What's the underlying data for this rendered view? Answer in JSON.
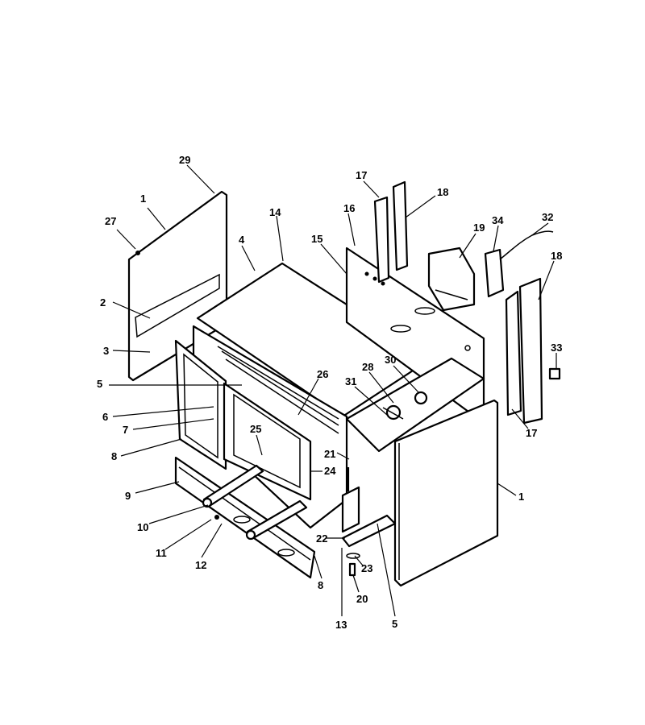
{
  "diagram": {
    "labels": [
      "1",
      "27",
      "29",
      "2",
      "3",
      "4",
      "14",
      "5",
      "6",
      "7",
      "8",
      "9",
      "10",
      "11",
      "12",
      "26",
      "25",
      "24",
      "31",
      "28",
      "30",
      "21",
      "22",
      "23",
      "20",
      "13",
      "5",
      "8",
      "17",
      "18",
      "16",
      "15",
      "19",
      "34",
      "32",
      "18",
      "33",
      "17",
      "1"
    ]
  }
}
